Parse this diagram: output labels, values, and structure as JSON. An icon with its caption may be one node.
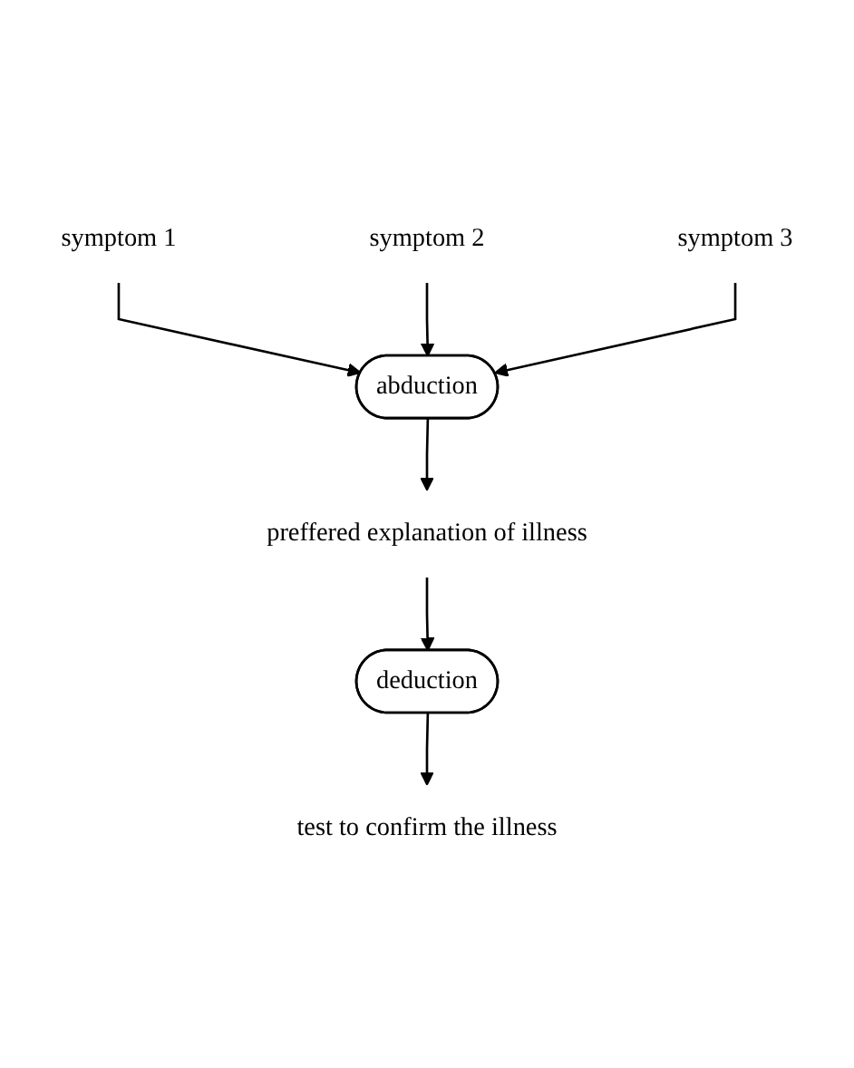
{
  "diagram": {
    "nodes": [
      {
        "text": [
          "symptom 1"
        ]
      },
      {
        "text": [
          "symptom 2"
        ]
      },
      {
        "text": [
          "symptom 3"
        ]
      },
      {
        "text": [
          "abduction"
        ]
      },
      {
        "text": [
          "preffered explanation of illness"
        ]
      },
      {
        "text": [
          "deduction"
        ]
      },
      {
        "text": [
          "test to confirm the illness"
        ]
      }
    ],
    "edges": [
      {
        "from": 0,
        "to": 3,
        "arrow": "to"
      },
      {
        "from": 1,
        "to": 3,
        "arrow": "to"
      },
      {
        "from": 2,
        "to": 3,
        "arrow": "to"
      },
      {
        "from": 3,
        "to": 4,
        "arrow": "to"
      },
      {
        "from": 4,
        "to": 5,
        "arrow": "to"
      },
      {
        "from": 5,
        "to": 6,
        "arrow": "to"
      }
    ]
  }
}
